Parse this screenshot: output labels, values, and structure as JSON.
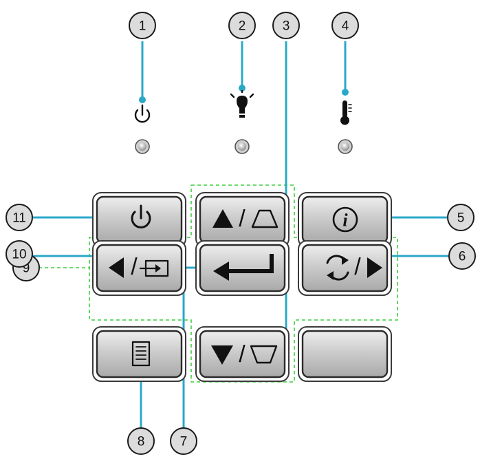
{
  "callouts": {
    "c1": "1",
    "c2": "2",
    "c3": "3",
    "c4": "4",
    "c5": "5",
    "c6": "6",
    "c7": "7",
    "c8": "8",
    "c9": "9",
    "c10": "10",
    "c11": "11"
  },
  "buttons": {
    "separator": "/",
    "info_glyph": "i"
  },
  "colors": {
    "leader": "#2aa8c8",
    "group_outline": "#3ccf3c",
    "button_face": "#c8c8c8"
  },
  "icons": {
    "power_led": "power-icon",
    "lamp_led": "lamp-icon",
    "temp_led": "thermometer-icon",
    "power_button": "power-icon",
    "up_button": "triangle-up-icon",
    "down_button": "triangle-down-icon",
    "left_button": "triangle-left-icon",
    "right_button": "triangle-right-icon",
    "enter_button": "enter-arrow-icon",
    "menu_button": "menu-list-icon",
    "info_button": "info-icon",
    "resync_button": "resync-icon",
    "source_button": "source-input-icon",
    "keystone_up": "keystone-top-icon",
    "keystone_down": "keystone-bottom-icon"
  }
}
